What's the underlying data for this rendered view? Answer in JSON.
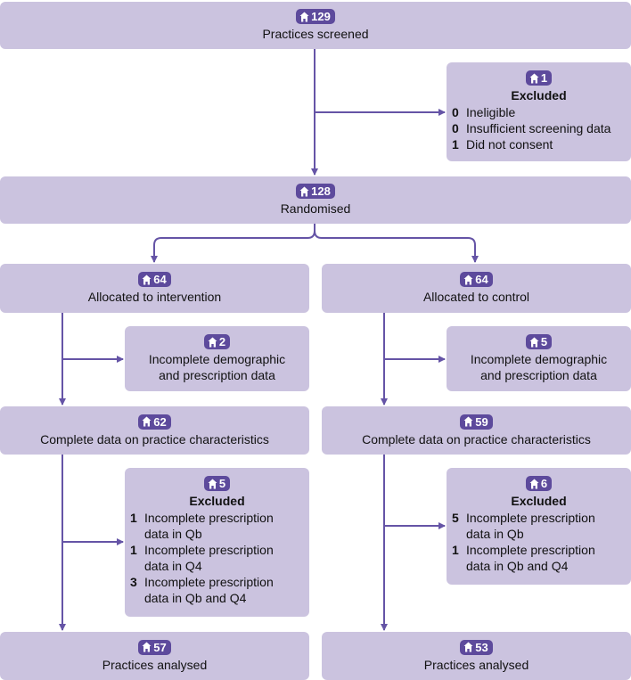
{
  "colors": {
    "box_fill": "#cbc3df",
    "badge_fill": "#5d4a9c",
    "connector": "#6554a6",
    "badge_icon": "house-icon"
  },
  "screened": {
    "count": "129",
    "label": "Practices screened"
  },
  "excluded_screening": {
    "count": "1",
    "title": "Excluded",
    "items": [
      {
        "n": "0",
        "text": "Ineligible"
      },
      {
        "n": "0",
        "text": "Insufficient screening data"
      },
      {
        "n": "1",
        "text": "Did not consent"
      }
    ]
  },
  "randomised": {
    "count": "128",
    "label": "Randomised"
  },
  "intervention": {
    "allocated": {
      "count": "64",
      "label": "Allocated to intervention"
    },
    "incomplete": {
      "count": "2",
      "label_line1": "Incomplete demographic",
      "label_line2": "and prescription data"
    },
    "complete": {
      "count": "62",
      "label": "Complete data on practice characteristics"
    },
    "excluded": {
      "count": "5",
      "title": "Excluded",
      "items": [
        {
          "n": "1",
          "line1": "Incomplete prescription",
          "line2": "data in Qb"
        },
        {
          "n": "1",
          "line1": "Incomplete prescription",
          "line2": "data in Q4"
        },
        {
          "n": "3",
          "line1": "Incomplete prescription",
          "line2": "data in Qb and Q4"
        }
      ]
    },
    "analysed": {
      "count": "57",
      "label": "Practices analysed"
    }
  },
  "control": {
    "allocated": {
      "count": "64",
      "label": "Allocated to control"
    },
    "incomplete": {
      "count": "5",
      "label_line1": "Incomplete demographic",
      "label_line2": "and prescription data"
    },
    "complete": {
      "count": "59",
      "label": "Complete data on practice characteristics"
    },
    "excluded": {
      "count": "6",
      "title": "Excluded",
      "items": [
        {
          "n": "5",
          "line1": "Incomplete prescription",
          "line2": "data in Qb"
        },
        {
          "n": "1",
          "line1": "Incomplete prescription",
          "line2": "data in Qb and Q4"
        }
      ]
    },
    "analysed": {
      "count": "53",
      "label": "Practices analysed"
    }
  }
}
